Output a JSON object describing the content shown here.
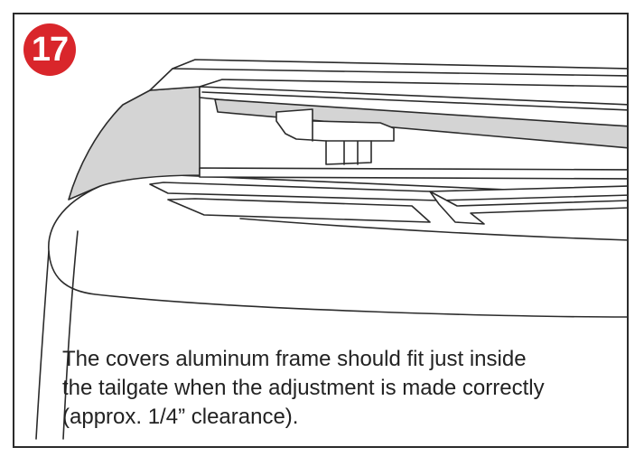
{
  "step": {
    "number": "17"
  },
  "caption": {
    "lines": [
      "The covers aluminum frame should fit just inside",
      "the tailgate when the adjustment is made correctly",
      "(approx. 1/4” clearance)."
    ]
  },
  "colors": {
    "badge": "#d9262b",
    "outline": "#2b2b2b",
    "shade": "#d4d4d4",
    "text": "#222222"
  }
}
